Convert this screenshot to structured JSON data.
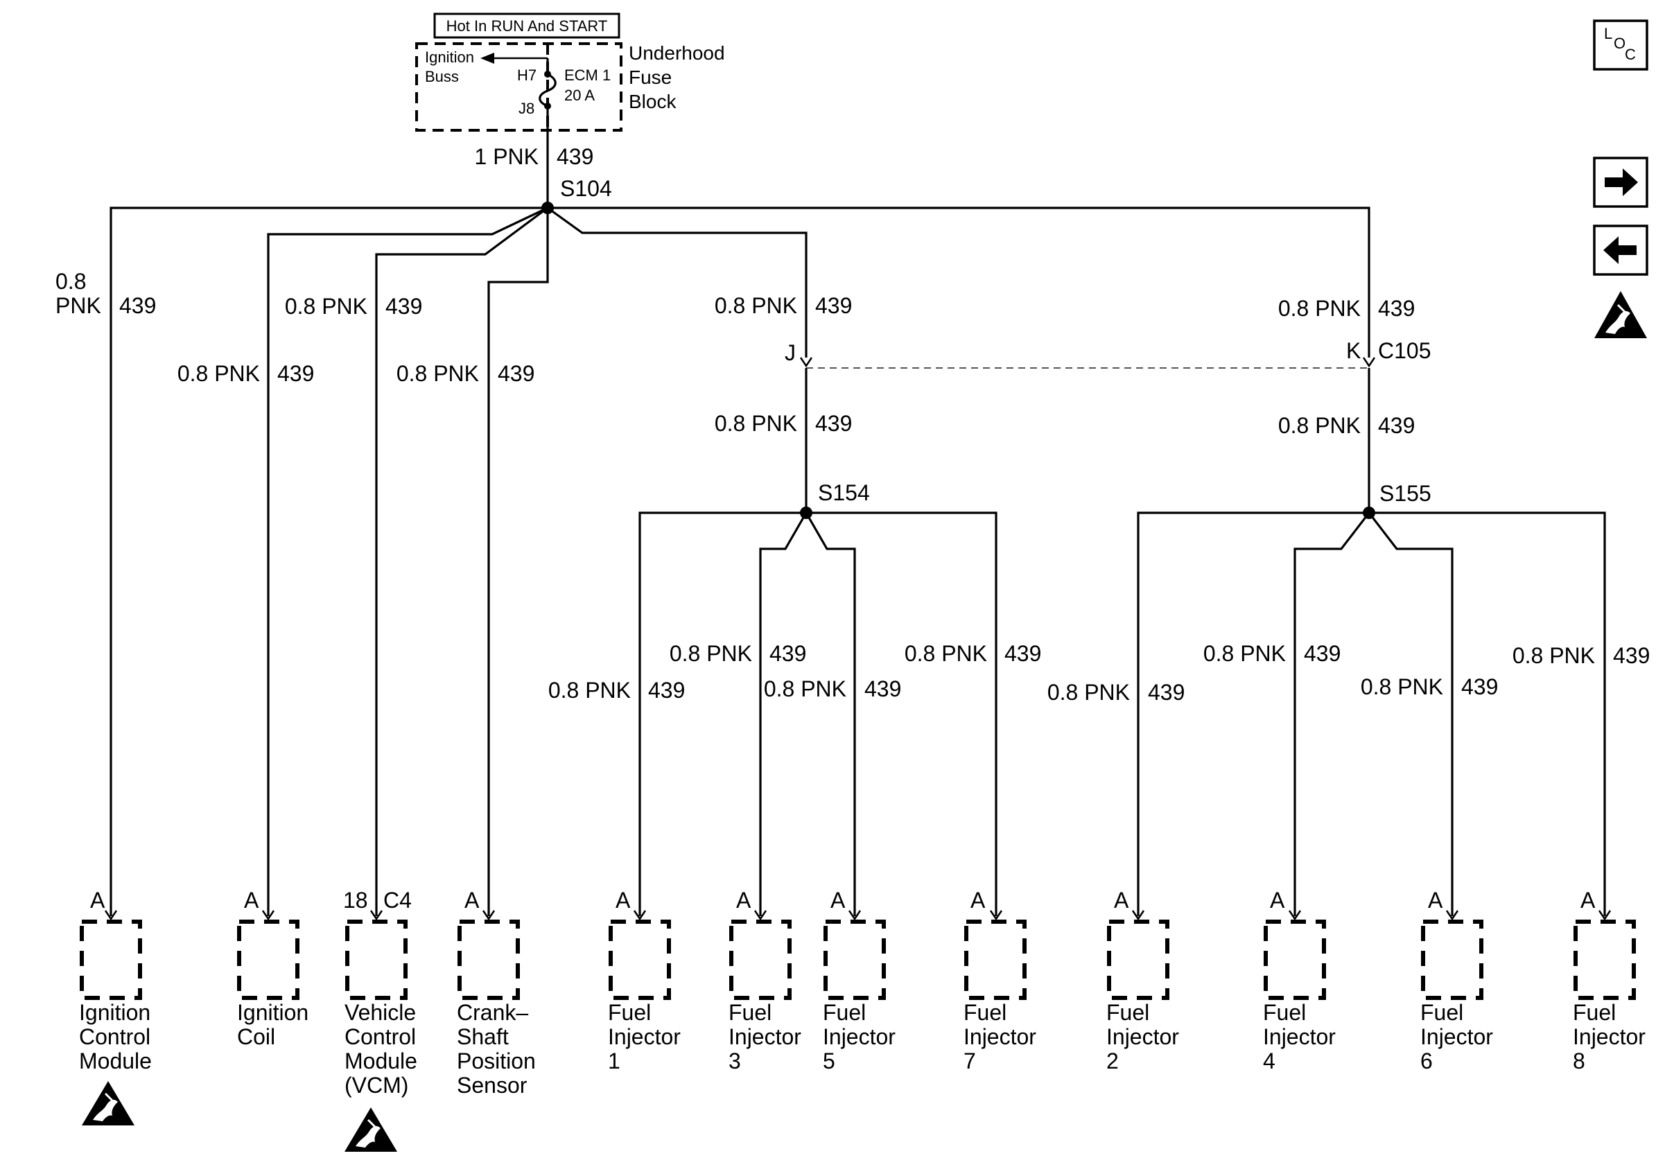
{
  "header": {
    "hot_label": "Hot In RUN And START",
    "fuse_block_label": [
      "Underhood",
      "Fuse",
      "Block"
    ],
    "ignition_buss": [
      "Ignition",
      "Buss"
    ],
    "fuse_name": "ECM 1",
    "fuse_rating": "20 A",
    "pin_top": "H7",
    "pin_bottom": "J8"
  },
  "main_wire": {
    "gauge": "1 PNK",
    "circuit": "439"
  },
  "splices": {
    "s104": "S104",
    "s154": "S154",
    "s155": "S155"
  },
  "connector_c105": {
    "name": "C105",
    "pin_left": "J",
    "pin_right": "K"
  },
  "wire_labels": {
    "w_icm": {
      "gauge_line1": "0.8",
      "gauge_line2": "PNK",
      "circuit": "439"
    },
    "w_coil": {
      "gauge": "0.8 PNK",
      "circuit": "439"
    },
    "w_vcm": {
      "gauge": "0.8 PNK",
      "circuit": "439"
    },
    "w_ckp": {
      "gauge": "0.8 PNK",
      "circuit": "439"
    },
    "w_j_upper": {
      "gauge": "0.8 PNK",
      "circuit": "439"
    },
    "w_j_lower": {
      "gauge": "0.8 PNK",
      "circuit": "439"
    },
    "w_k_upper": {
      "gauge": "0.8 PNK",
      "circuit": "439"
    },
    "w_k_lower": {
      "gauge": "0.8 PNK",
      "circuit": "439"
    },
    "w_inj1": {
      "gauge": "0.8 PNK",
      "circuit": "439"
    },
    "w_inj3": {
      "gauge": "0.8 PNK",
      "circuit": "439"
    },
    "w_inj5": {
      "gauge": "0.8 PNK",
      "circuit": "439"
    },
    "w_inj7": {
      "gauge": "0.8 PNK",
      "circuit": "439"
    },
    "w_inj2": {
      "gauge": "0.8 PNK",
      "circuit": "439"
    },
    "w_inj4": {
      "gauge": "0.8 PNK",
      "circuit": "439"
    },
    "w_inj6": {
      "gauge": "0.8 PNK",
      "circuit": "439"
    },
    "w_inj8": {
      "gauge": "0.8 PNK",
      "circuit": "439"
    }
  },
  "components": {
    "icm": {
      "pin": "A",
      "name": [
        "Ignition",
        "Control",
        "Module"
      ]
    },
    "coil": {
      "pin": "A",
      "name": [
        "Ignition",
        "Coil"
      ]
    },
    "vcm": {
      "pin": "18",
      "pin_conn": "C4",
      "name": [
        "Vehicle",
        "Control",
        "Module",
        "(VCM)"
      ]
    },
    "ckp": {
      "pin": "A",
      "name": [
        "Crank–",
        "Shaft",
        "Position",
        "Sensor"
      ]
    },
    "inj1": {
      "pin": "A",
      "name": [
        "Fuel",
        "Injector",
        "1"
      ]
    },
    "inj3": {
      "pin": "A",
      "name": [
        "Fuel",
        "Injector",
        "3"
      ]
    },
    "inj5": {
      "pin": "A",
      "name": [
        "Fuel",
        "Injector",
        "5"
      ]
    },
    "inj7": {
      "pin": "A",
      "name": [
        "Fuel",
        "Injector",
        "7"
      ]
    },
    "inj2": {
      "pin": "A",
      "name": [
        "Fuel",
        "Injector",
        "2"
      ]
    },
    "inj4": {
      "pin": "A",
      "name": [
        "Fuel",
        "Injector",
        "4"
      ]
    },
    "inj6": {
      "pin": "A",
      "name": [
        "Fuel",
        "Injector",
        "6"
      ]
    },
    "inj8": {
      "pin": "A",
      "name": [
        "Fuel",
        "Injector",
        "8"
      ]
    }
  },
  "nav": {
    "loc_l": "L",
    "loc_o": "O",
    "loc_c": "C",
    "forward_icon": "arrow-right-icon",
    "back_icon": "arrow-left-icon",
    "esd_icon": "esd-warning-icon"
  }
}
